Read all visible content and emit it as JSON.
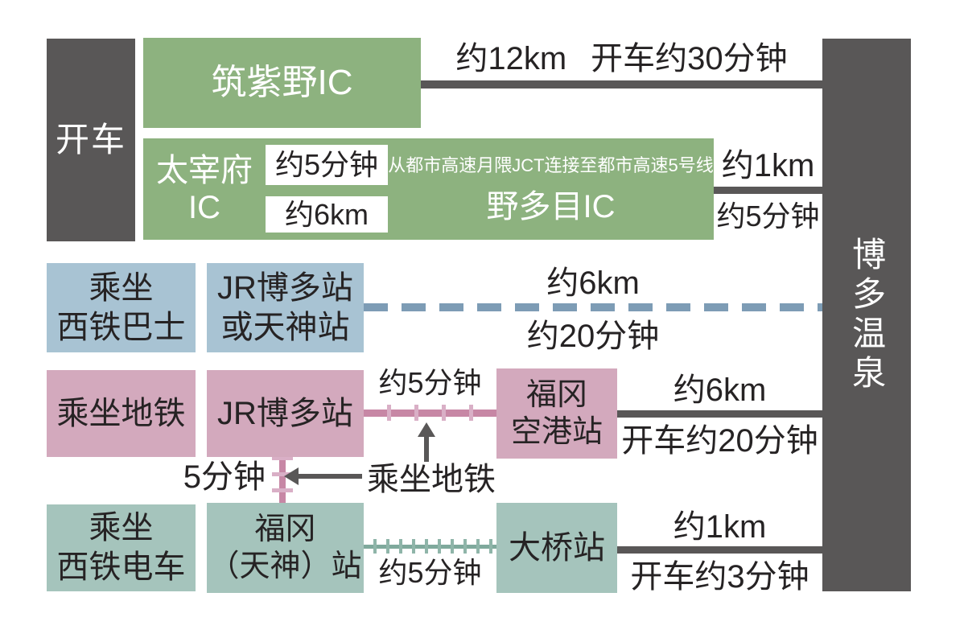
{
  "palette": {
    "dark_gray": "#595757",
    "green": "#8db27f",
    "blue": "#a8c3d3",
    "blue_dash": "#7d9cb5",
    "pink": "#d3a9bd",
    "pink_line": "#c787a5",
    "teal": "#a5c4bc",
    "teal_line": "#8fb5a9",
    "text": "#262324"
  },
  "drive": {
    "mode": "开车"
  },
  "destination": {
    "name": "博多温泉"
  },
  "route1": {
    "node": "筑紫野IC",
    "distance": "约12km",
    "time": "开车约30分钟"
  },
  "route2": {
    "start": "太宰府\nIC",
    "leg1_time": "约5分钟",
    "leg1_distance": "约6km",
    "mid_note": "从都市高速月隈JCT连接至都市高速5号线",
    "mid": "野多目IC",
    "leg2_distance": "约1km",
    "leg2_time": "约5分钟"
  },
  "bus": {
    "mode": "乘坐\n西铁巴士",
    "station": "JR博多站\n或天神站",
    "distance": "约6km",
    "time": "约20分钟"
  },
  "subway": {
    "mode": "乘坐地铁",
    "start": "JR博多站",
    "ride_time": "约5分钟",
    "end": "福冈\n空港站",
    "drive_distance": "约6km",
    "drive_time": "开车约20分钟"
  },
  "transfer": {
    "time": "5分钟",
    "note": "乘坐地铁"
  },
  "tram": {
    "mode": "乘坐\n西铁电车",
    "start": "福冈\n（天神）站",
    "ride_time": "约5分钟",
    "end": "大桥站",
    "drive_distance": "约1km",
    "drive_time": "开车约3分钟"
  }
}
